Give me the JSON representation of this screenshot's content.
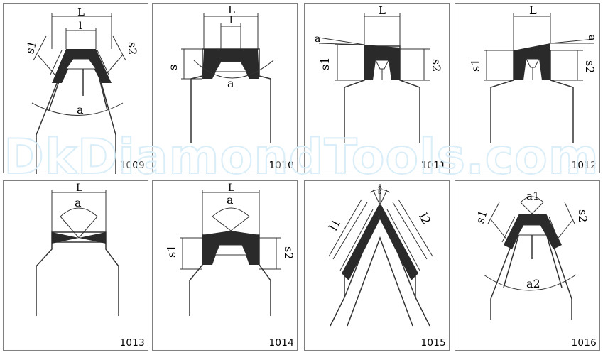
{
  "watermark": "DkDiamondTools.com",
  "colors": {
    "line": "#333333",
    "fill": "#2a2a2a",
    "frame": "#808080",
    "watermark": "#d9eef8"
  },
  "panels": [
    {
      "code": "1009",
      "labels": [
        "L",
        "l",
        "s1",
        "s2",
        "a"
      ]
    },
    {
      "code": "1010",
      "labels": [
        "L",
        "l",
        "s",
        "a"
      ]
    },
    {
      "code": "1011",
      "labels": [
        "L",
        "a",
        "s1",
        "s2"
      ]
    },
    {
      "code": "1012",
      "labels": [
        "L",
        "a",
        "s1",
        "s2"
      ]
    },
    {
      "code": "1013",
      "labels": [
        "L",
        "a"
      ]
    },
    {
      "code": "1014",
      "labels": [
        "L",
        "a",
        "s1",
        "s2"
      ]
    },
    {
      "code": "1015",
      "labels": [
        "a",
        "s",
        "l1",
        "l2"
      ]
    },
    {
      "code": "1016",
      "labels": [
        "a1",
        "s1",
        "s2",
        "a2"
      ]
    }
  ]
}
